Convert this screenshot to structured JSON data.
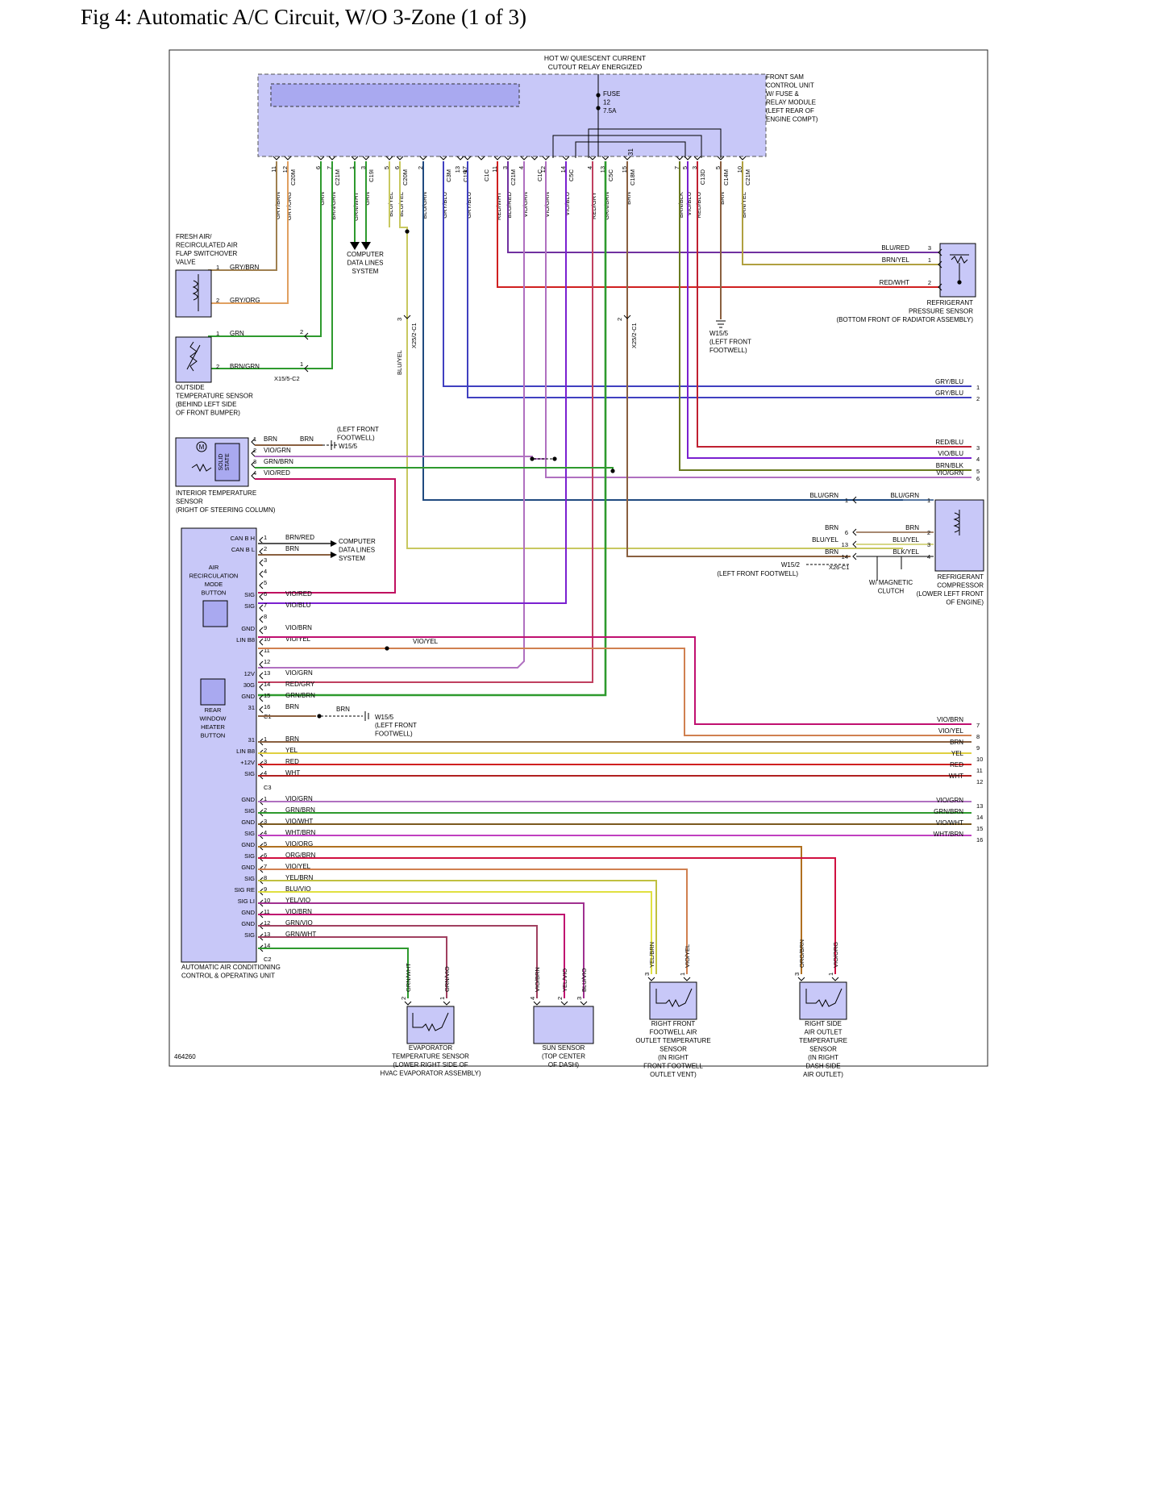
{
  "title": "Fig 4: Automatic A/C Circuit, W/O 3-Zone (1 of 3)",
  "figure_id": "464260",
  "top": {
    "hot_line1": "HOT W/ QUIESCENT CURRENT",
    "hot_line2": "CUTOUT RELAY ENERGIZED",
    "fuse": [
      "FUSE",
      "12",
      "7.5A"
    ],
    "sam_label": [
      "FRONT SAM",
      "CONTROL UNIT",
      "W/ FUSE &",
      "RELAY MODULE",
      "(LEFT REAR OF",
      "ENGINE COMPT)"
    ],
    "ground_pin": "31"
  },
  "connectors": [
    {
      "pin": "11",
      "conn": "",
      "wire": "GRY/BRN"
    },
    {
      "pin": "12",
      "conn": "C20M",
      "wire": "GRY/ORG"
    },
    {
      "pin": "6",
      "conn": "",
      "wire": "GRN"
    },
    {
      "pin": "7",
      "conn": "C21M",
      "wire": "BRN/GRN"
    },
    {
      "pin": "1",
      "conn": "",
      "wire": "GRN/WHT"
    },
    {
      "pin": "3",
      "conn": "C19I",
      "wire": "GRN"
    },
    {
      "pin": "5",
      "conn": "",
      "wire": "BLU/YEL"
    },
    {
      "pin": "6",
      "conn": "C20M",
      "wire": "BLU/YEL"
    },
    {
      "pin": "2",
      "conn": "",
      "wire": "BLU/GRN"
    },
    {
      "pin": "",
      "conn": "C3M",
      "wire": "GRY/BLU"
    },
    {
      "pin": "13",
      "conn": "C19I",
      "wire": ""
    },
    {
      "pin": "17",
      "conn": "",
      "wire": "GRY/BLU"
    },
    {
      "pin": "",
      "conn": "C1C",
      "wire": ""
    },
    {
      "pin": "11",
      "conn": "",
      "wire": "RED/WHT"
    },
    {
      "pin": "3",
      "conn": "C21M",
      "wire": "BLU/RED"
    },
    {
      "pin": "4",
      "conn": "",
      "wire": "VIO/GRN"
    },
    {
      "pin": "",
      "conn": "C1C",
      "wire": ""
    },
    {
      "pin": "12",
      "conn": "",
      "wire": "VIO/GRN"
    },
    {
      "pin": "14",
      "conn": "C5C",
      "wire": "VIO/BLU"
    },
    {
      "pin": "4",
      "conn": "",
      "wire": "RED/GRY"
    },
    {
      "pin": "13",
      "conn": "C5C",
      "wire": "GRN/BRN"
    },
    {
      "pin": "15",
      "conn": "C18M",
      "wire": "BRN"
    },
    {
      "pin": "7",
      "conn": "",
      "wire": "BRN/BLK"
    },
    {
      "pin": "5",
      "conn": "",
      "wire": "VIO/BLU"
    },
    {
      "pin": "3",
      "conn": "C13D",
      "wire": "RED/BLU"
    },
    {
      "pin": "5",
      "conn": "C14M",
      "wire": "BRN"
    },
    {
      "pin": "10",
      "conn": "C21M",
      "wire": "BRN/YEL"
    }
  ],
  "components": {
    "fresh_air": {
      "label": [
        "FRESH AIR/",
        "RECIRCULATED AIR",
        "FLAP SWITCHOVER",
        "VALVE"
      ],
      "pins": [
        "1",
        "2"
      ],
      "wires": [
        "GRY/BRN",
        "GRY/ORG"
      ]
    },
    "outside_temp": {
      "label": [
        "OUTSIDE",
        "TEMPERATURE SENSOR",
        "(BEHIND LEFT SIDE",
        "OF FRONT BUMPER)"
      ],
      "pins": [
        "1",
        "2"
      ],
      "wires": [
        "GRN",
        "BRN/GRN"
      ],
      "connector": "X15/5-C2",
      "cpins": [
        "2",
        "1"
      ]
    },
    "computer_data": {
      "label": [
        "COMPUTER",
        "DATA LINES",
        "SYSTEM"
      ]
    },
    "x252": {
      "conn": "X25/2-C1",
      "pin": "3",
      "wire": "BLU/YEL"
    },
    "x252b": {
      "conn": "X25/2-C1",
      "pin": "2"
    },
    "w15_5_top": {
      "label": [
        "W15/5",
        "(LEFT FRONT",
        "FOOTWELL)"
      ]
    },
    "refrig_pressure": {
      "label": [
        "REFRIGERANT",
        "PRESSURE SENSOR",
        "(BOTTOM FRONT OF RADIATOR ASSEMBLY)"
      ],
      "wires": [
        "BLU/RED",
        "BRN/YEL",
        "RED/WHT"
      ],
      "pins": [
        "3",
        "1",
        "2"
      ]
    },
    "interior_temp": {
      "label": [
        "INTERIOR TEMPERATURE",
        "SENSOR",
        "(RIGHT OF STEERING COLUMN)"
      ],
      "pins": [
        "1",
        "2",
        "3",
        "4"
      ],
      "wires": [
        "BRN",
        "VIO/GRN",
        "GRN/BRN",
        "VIO/RED"
      ],
      "solid": [
        "SOLID",
        "STATE"
      ],
      "gnd_wire": "BRN",
      "gnd_label": [
        "(LEFT FRONT",
        "FOOTWELL)"
      ],
      "gnd_id": "W15/5"
    },
    "compressor": {
      "label": [
        "REFRIGERANT",
        "COMPRESSOR",
        "(LOWER LEFT FRONT",
        "OF ENGINE)"
      ],
      "clutch": [
        "W/ MAGNETIC",
        "CLUTCH"
      ],
      "conn": "X26-C1",
      "rows": [
        {
          "lw": "BLU/GRN",
          "lp": "1",
          "rw": "BLU/GRN",
          "rp": "1"
        },
        {
          "lw": "BRN",
          "lp": "6",
          "rw": "BRN",
          "rp": "2"
        },
        {
          "lw": "BLU/YEL",
          "lp": "13",
          "rw": "BLU/YEL",
          "rp": "3"
        },
        {
          "lw": "BRN",
          "lp": "14",
          "rw": "BLK/YEL",
          "rp": "4"
        }
      ],
      "gnd_id": "W15/2",
      "gnd_label": "(LEFT FRONT FOOTWELL)"
    },
    "control_unit": {
      "label": [
        "AUTOMATIC AIR CONDITIONING",
        "CONTROL & OPERATING UNIT"
      ],
      "recirc": [
        "AIR",
        "RECIRCULATION",
        "MODE",
        "BUTTON"
      ],
      "rear_window": [
        "REAR",
        "WINDOW",
        "HEATER",
        "BUTTON"
      ]
    },
    "evap": {
      "label": [
        "EVAPORATOR",
        "TEMPERATURE SENSOR",
        "(LOWER RIGHT SIDE OF",
        "HVAC EVAPORATOR ASSEMBLY)"
      ],
      "wires": [
        "GRN/WHT",
        "GRN/VIO"
      ],
      "pins": [
        "2",
        "1"
      ]
    },
    "sun": {
      "label": [
        "SUN SENSOR",
        "(TOP CENTER",
        "OF DASH)"
      ],
      "wires": [
        "VIO/BRN",
        "YEL/VIO",
        "BLU/VIO"
      ],
      "pins": [
        "4",
        "2",
        "3"
      ]
    },
    "rf_footwell": {
      "label": [
        "RIGHT FRONT",
        "FOOTWELL AIR",
        "OUTLET TEMPERATURE",
        "SENSOR",
        "(IN RIGHT",
        "FRONT FOOTWELL",
        "OUTLET VENT)"
      ],
      "wires": [
        "YEL/BRN",
        "VIO/YEL"
      ],
      "pins": [
        "3",
        "1"
      ]
    },
    "rs_outlet": {
      "label": [
        "RIGHT SIDE",
        "AIR OUTLET",
        "TEMPERATURE",
        "SENSOR",
        "(IN RIGHT",
        "DASH SIDE",
        "AIR OUTLET)"
      ],
      "wires": [
        "ORG/BRN",
        "VIO/ORG"
      ],
      "pins": [
        "3",
        "1"
      ]
    }
  },
  "c1_pins": [
    {
      "sig": "CAN B H",
      "pin": "1",
      "wire": "BRN/RED"
    },
    {
      "sig": "CAN B L",
      "pin": "2",
      "wire": "BRN"
    },
    {
      "sig": "",
      "pin": "3",
      "wire": ""
    },
    {
      "sig": "",
      "pin": "4",
      "wire": ""
    },
    {
      "sig": "",
      "pin": "5",
      "wire": ""
    },
    {
      "sig": "SIG",
      "pin": "6",
      "wire": "VIO/RED"
    },
    {
      "sig": "SIG",
      "pin": "7",
      "wire": "VIO/BLU"
    },
    {
      "sig": "",
      "pin": "8",
      "wire": ""
    },
    {
      "sig": "GND",
      "pin": "9",
      "wire": "VIO/BRN"
    },
    {
      "sig": "LIN B8",
      "pin": "10",
      "wire": "VIO/YEL"
    },
    {
      "sig": "",
      "pin": "11",
      "wire": ""
    },
    {
      "sig": "",
      "pin": "12",
      "wire": ""
    },
    {
      "sig": "12V",
      "pin": "13",
      "wire": "VIO/GRN"
    },
    {
      "sig": "30G",
      "pin": "14",
      "wire": "RED/GRY"
    },
    {
      "sig": "GND",
      "pin": "15",
      "wire": "GRN/BRN"
    },
    {
      "sig": "31",
      "pin": "16",
      "wire": "BRN"
    }
  ],
  "c1_label": "C1",
  "c1_extra": {
    "vio_yel": "VIO/YEL",
    "brn": "BRN",
    "gnd_id": "W15/5",
    "gnd_label": [
      "(LEFT FRONT",
      "FOOTWELL)"
    ]
  },
  "c3_pins": [
    {
      "sig": "31",
      "pin": "1",
      "wire": "BRN"
    },
    {
      "sig": "LIN B8",
      "pin": "2",
      "wire": "YEL"
    },
    {
      "sig": "+12V",
      "pin": "3",
      "wire": "RED"
    },
    {
      "sig": "SIG",
      "pin": "4",
      "wire": "WHT"
    }
  ],
  "c3_label": "C3",
  "c2_pins": [
    {
      "sig": "GND",
      "pin": "1",
      "wire": "VIO/GRN"
    },
    {
      "sig": "SIG",
      "pin": "2",
      "wire": "GRN/BRN"
    },
    {
      "sig": "GND",
      "pin": "3",
      "wire": "VIO/WHT"
    },
    {
      "sig": "SIG",
      "pin": "4",
      "wire": "WHT/BRN"
    },
    {
      "sig": "GND",
      "pin": "5",
      "wire": "VIO/ORG"
    },
    {
      "sig": "SIG",
      "pin": "6",
      "wire": "ORG/BRN"
    },
    {
      "sig": "GND",
      "pin": "7",
      "wire": "VIO/YEL"
    },
    {
      "sig": "SIG",
      "pin": "8",
      "wire": "YEL/BRN"
    },
    {
      "sig": "SIG RE",
      "pin": "9",
      "wire": "BLU/VIO"
    },
    {
      "sig": "SIG LI",
      "pin": "10",
      "wire": "YEL/VIO"
    },
    {
      "sig": "GND",
      "pin": "11",
      "wire": "VIO/BRN"
    },
    {
      "sig": "GND",
      "pin": "12",
      "wire": "GRN/VIO"
    },
    {
      "sig": "SIG",
      "pin": "13",
      "wire": "GRN/WHT"
    },
    {
      "sig": "",
      "pin": "14",
      "wire": ""
    }
  ],
  "c2_label": "C2",
  "right_upper": [
    {
      "wire": "GRY/BLU",
      "num": "1"
    },
    {
      "wire": "GRY/BLU",
      "num": "2"
    },
    {
      "wire": "RED/BLU",
      "num": "3"
    },
    {
      "wire": "VIO/BLU",
      "num": "4"
    },
    {
      "wire": "BRN/BLK",
      "num": "5"
    },
    {
      "wire": "VIO/GRN",
      "num": "6"
    }
  ],
  "right_lower": [
    {
      "wire": "VIO/BRN",
      "num": "7"
    },
    {
      "wire": "VIO/YEL",
      "num": "8"
    },
    {
      "wire": "BRN",
      "num": "9"
    },
    {
      "wire": "YEL",
      "num": "10"
    },
    {
      "wire": "RED",
      "num": "11"
    },
    {
      "wire": "WHT",
      "num": "12"
    },
    {
      "wire": "VIO/GRN",
      "num": "13"
    },
    {
      "wire": "GRN/BRN",
      "num": "14"
    },
    {
      "wire": "VIO/WHT",
      "num": "15"
    },
    {
      "wire": "WHT/BRN",
      "num": "16"
    }
  ],
  "colors": {
    "frame": "#222222",
    "module_fill": "#c8c8f8",
    "module_fill_dark": "#a9a9f0",
    "GRY/BRN": "#a08050",
    "GRY/ORG": "#e0a060",
    "GRN": "#2e9a2e",
    "BRN/GRN": "#2e9a2e",
    "GRN/WHT": "#2e9a2e",
    "BLU/YEL": "#c8c860",
    "BLU/GRN": "#204a80",
    "GRY/BLU": "#4040c0",
    "RED/WHT": "#d02020",
    "BLU/RED": "#7030a0",
    "VIO/GRN": "#b070c0",
    "VIO/BLU": "#7a20d0",
    "RED/GRY": "#c04060",
    "GRN/BRN": "#2e9a2e",
    "BRN": "#8a6040",
    "BRN/BLK": "#6a7a20",
    "RED/BLU": "#c02030",
    "BRN/YEL": "#b0a040",
    "VIO/RED": "#c01060",
    "VIO/BRN": "#c01070",
    "VIO/YEL": "#d08050",
    "YEL": "#e0d040",
    "RED": "#d02020",
    "WHT": "#b02020",
    "VIO/WHT": "#7a5a20",
    "WHT/BRN": "#c040c0",
    "VIO/ORG": "#b07020",
    "ORG/BRN": "#d01040",
    "YEL/BRN": "#c0c040",
    "BLU/VIO": "#e0e040",
    "YEL/VIO": "#a03090",
    "GRN/VIO": "#a04060"
  }
}
